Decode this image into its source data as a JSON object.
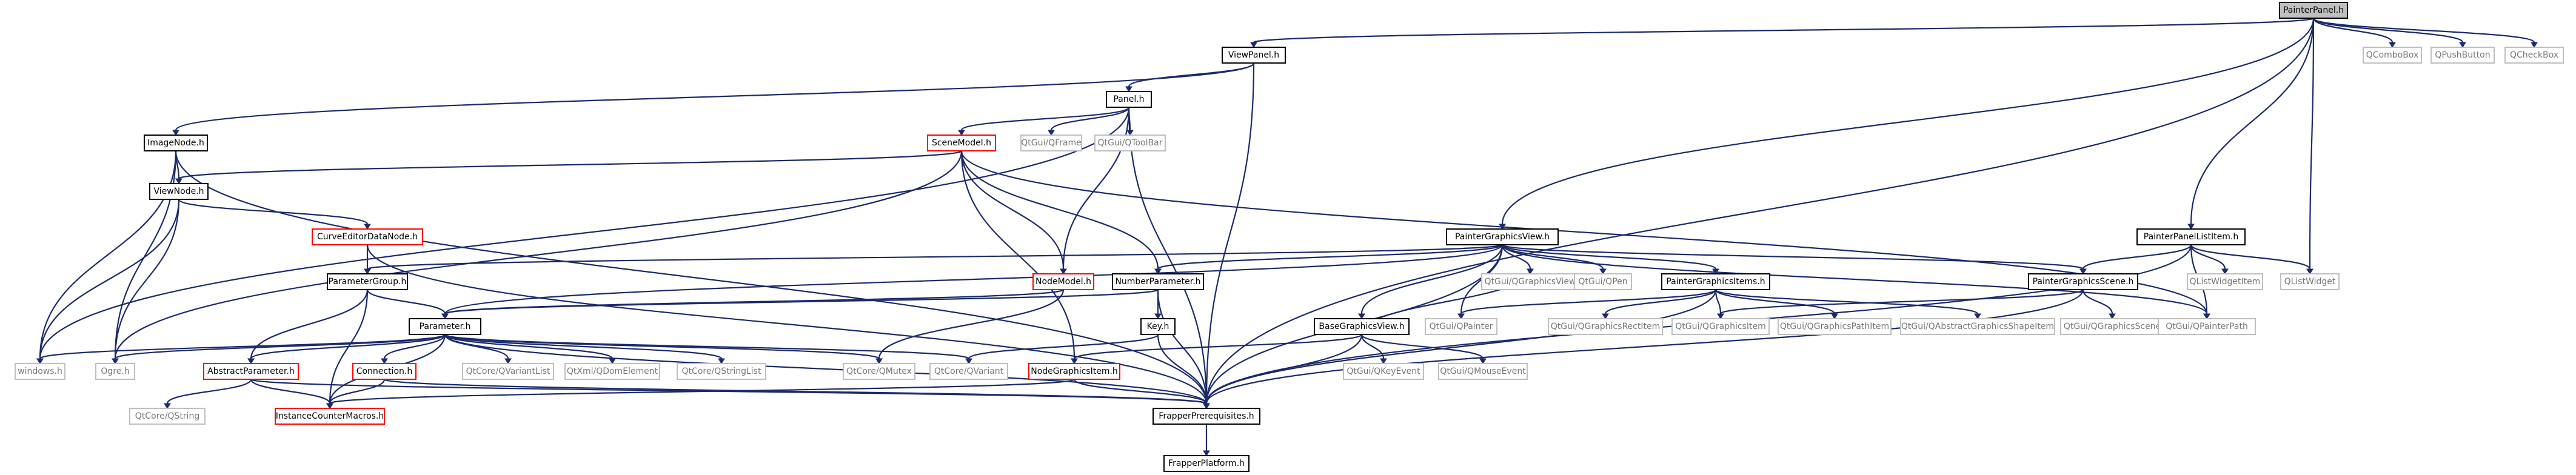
{
  "colors": {
    "edge": "#1b2a6b",
    "root_fill": "#bfbfbf",
    "box_border": "#000000",
    "missing_border": "#bfbfbf",
    "undocumented_border": "#ff0000",
    "missing_text": "#777777"
  },
  "nodes": [
    {
      "id": "painterpanel",
      "label": "PainterPanel.h",
      "kind": "root"
    },
    {
      "id": "viewpanel",
      "label": "ViewPanel.h",
      "kind": "normal"
    },
    {
      "id": "qcombobox",
      "label": "QComboBox",
      "kind": "missing"
    },
    {
      "id": "qpushbutton",
      "label": "QPushButton",
      "kind": "missing"
    },
    {
      "id": "qcheckbox",
      "label": "QCheckBox",
      "kind": "missing"
    },
    {
      "id": "panel",
      "label": "Panel.h",
      "kind": "normal"
    },
    {
      "id": "imagenode",
      "label": "ImageNode.h",
      "kind": "normal"
    },
    {
      "id": "scenemodel",
      "label": "SceneModel.h",
      "kind": "undoc"
    },
    {
      "id": "qtgui_qframe",
      "label": "QtGui/QFrame",
      "kind": "missing"
    },
    {
      "id": "qtgui_qtoolbar",
      "label": "QtGui/QToolBar",
      "kind": "missing"
    },
    {
      "id": "viewnode",
      "label": "ViewNode.h",
      "kind": "normal"
    },
    {
      "id": "curveeditordatanode",
      "label": "CurveEditorDataNode.h",
      "kind": "undoc"
    },
    {
      "id": "paintergraphicsview",
      "label": "PainterGraphicsView.h",
      "kind": "normal"
    },
    {
      "id": "painterpanellistitem",
      "label": "PainterPanelListItem.h",
      "kind": "normal"
    },
    {
      "id": "qlistwidgetitem",
      "label": "QListWidgetItem",
      "kind": "missing"
    },
    {
      "id": "qlistwidget",
      "label": "QListWidget",
      "kind": "missing"
    },
    {
      "id": "parametergroup",
      "label": "ParameterGroup.h",
      "kind": "normal"
    },
    {
      "id": "nodemodel",
      "label": "NodeModel.h",
      "kind": "undoc"
    },
    {
      "id": "numberparameter",
      "label": "NumberParameter.h",
      "kind": "normal"
    },
    {
      "id": "qtgui_qgraphicsview",
      "label": "QtGui/QGraphicsView",
      "kind": "missing"
    },
    {
      "id": "qtgui_qpen",
      "label": "QtGui/QPen",
      "kind": "missing"
    },
    {
      "id": "paintergraphicsitems",
      "label": "PainterGraphicsItems.h",
      "kind": "normal"
    },
    {
      "id": "paintergraphicsscene",
      "label": "PainterGraphicsScene.h",
      "kind": "normal"
    },
    {
      "id": "parameter",
      "label": "Parameter.h",
      "kind": "normal"
    },
    {
      "id": "key",
      "label": "Key.h",
      "kind": "normal"
    },
    {
      "id": "basegraphicsview",
      "label": "BaseGraphicsView.h",
      "kind": "normal"
    },
    {
      "id": "qtgui_qpainter",
      "label": "QtGui/QPainter",
      "kind": "missing"
    },
    {
      "id": "qtgui_qgraphicsrectitem",
      "label": "QtGui/QGraphicsRectItem",
      "kind": "missing"
    },
    {
      "id": "qtgui_qgraphicsitem",
      "label": "QtGui/QGraphicsItem",
      "kind": "missing"
    },
    {
      "id": "qtgui_qgraphicspathitem",
      "label": "QtGui/QGraphicsPathItem",
      "kind": "missing"
    },
    {
      "id": "qtgui_qabstractgraphicsshapeitem",
      "label": "QtGui/QAbstractGraphicsShapeItem",
      "kind": "missing"
    },
    {
      "id": "qtgui_qgraphicsscene",
      "label": "QtGui/QGraphicsScene",
      "kind": "missing"
    },
    {
      "id": "qtgui_qpainterpath",
      "label": "QtGui/QPainterPath",
      "kind": "missing"
    },
    {
      "id": "windows",
      "label": "windows.h",
      "kind": "missing"
    },
    {
      "id": "ogre",
      "label": "Ogre.h",
      "kind": "missing"
    },
    {
      "id": "qtcore_qvariantlist",
      "label": "QtCore/QVariantList",
      "kind": "missing"
    },
    {
      "id": "qtxml_qdomelement",
      "label": "QtXml/QDomElement",
      "kind": "missing"
    },
    {
      "id": "qtcore_qstringlist",
      "label": "QtCore/QStringList",
      "kind": "missing"
    },
    {
      "id": "qtcore_qmutex",
      "label": "QtCore/QMutex",
      "kind": "missing"
    },
    {
      "id": "qtcore_qvariant",
      "label": "QtCore/QVariant",
      "kind": "missing"
    },
    {
      "id": "abstractparameter",
      "label": "AbstractParameter.h",
      "kind": "undoc"
    },
    {
      "id": "connection",
      "label": "Connection.h",
      "kind": "undoc"
    },
    {
      "id": "nodegraphicsitem",
      "label": "NodeGraphicsItem.h",
      "kind": "undoc"
    },
    {
      "id": "qtgui_qkeyevent",
      "label": "QtGui/QKeyEvent",
      "kind": "missing"
    },
    {
      "id": "qtgui_qmouseevent",
      "label": "QtGui/QMouseEvent",
      "kind": "missing"
    },
    {
      "id": "qtcore_qstring",
      "label": "QtCore/QString",
      "kind": "missing"
    },
    {
      "id": "instancecountermacros",
      "label": "InstanceCounterMacros.h",
      "kind": "undoc"
    },
    {
      "id": "frapperprerequisites",
      "label": "FrapperPrerequisites.h",
      "kind": "normal"
    },
    {
      "id": "frapperplatform",
      "label": "FrapperPlatform.h",
      "kind": "normal"
    }
  ],
  "edges": [
    [
      "painterpanel",
      "viewpanel"
    ],
    [
      "painterpanel",
      "qcombobox"
    ],
    [
      "painterpanel",
      "qpushbutton"
    ],
    [
      "painterpanel",
      "qcheckbox"
    ],
    [
      "painterpanel",
      "paintergraphicsview"
    ],
    [
      "painterpanel",
      "painterpanellistitem"
    ],
    [
      "painterpanel",
      "qlistwidget"
    ],
    [
      "painterpanel",
      "frapperprerequisites"
    ],
    [
      "viewpanel",
      "panel"
    ],
    [
      "viewpanel",
      "imagenode"
    ],
    [
      "viewpanel",
      "frapperprerequisites"
    ],
    [
      "panel",
      "scenemodel"
    ],
    [
      "panel",
      "qtgui_qframe"
    ],
    [
      "panel",
      "qtgui_qtoolbar"
    ],
    [
      "panel",
      "nodemodel"
    ],
    [
      "panel",
      "frapperprerequisites"
    ],
    [
      "panel",
      "windows"
    ],
    [
      "imagenode",
      "viewnode"
    ],
    [
      "imagenode",
      "windows"
    ],
    [
      "imagenode",
      "ogre"
    ],
    [
      "imagenode",
      "frapperprerequisites"
    ],
    [
      "scenemodel",
      "viewnode"
    ],
    [
      "scenemodel",
      "nodemodel"
    ],
    [
      "scenemodel",
      "numberparameter"
    ],
    [
      "scenemodel",
      "ogre"
    ],
    [
      "scenemodel",
      "nodegraphicsitem"
    ],
    [
      "scenemodel",
      "qtgui_qpainterpath"
    ],
    [
      "viewnode",
      "curveeditordatanode"
    ],
    [
      "viewnode",
      "windows"
    ],
    [
      "viewnode",
      "ogre"
    ],
    [
      "curveeditordatanode",
      "parametergroup"
    ],
    [
      "curveeditordatanode",
      "frapperprerequisites"
    ],
    [
      "paintergraphicsview",
      "parametergroup"
    ],
    [
      "paintergraphicsview",
      "numberparameter"
    ],
    [
      "paintergraphicsview",
      "qtgui_qgraphicsview"
    ],
    [
      "paintergraphicsview",
      "qtgui_qpen"
    ],
    [
      "paintergraphicsview",
      "paintergraphicsitems"
    ],
    [
      "paintergraphicsview",
      "paintergraphicsscene"
    ],
    [
      "paintergraphicsview",
      "basegraphicsview"
    ],
    [
      "paintergraphicsview",
      "qtgui_qpainter"
    ],
    [
      "paintergraphicsview",
      "parameter"
    ],
    [
      "paintergraphicsview",
      "frapperprerequisites"
    ],
    [
      "paintergraphicsview",
      "qtgui_qpainterpath"
    ],
    [
      "painterpanellistitem",
      "qlistwidgetitem"
    ],
    [
      "painterpanellistitem",
      "qlistwidget"
    ],
    [
      "painterpanellistitem",
      "paintergraphicsscene"
    ],
    [
      "painterpanellistitem",
      "qtgui_qpainterpath"
    ],
    [
      "painterpanellistitem",
      "frapperprerequisites"
    ],
    [
      "parametergroup",
      "parameter"
    ],
    [
      "parametergroup",
      "abstractparameter"
    ],
    [
      "parametergroup",
      "instancecountermacros"
    ],
    [
      "nodemodel",
      "parameter"
    ],
    [
      "nodemodel",
      "qtcore_qmutex"
    ],
    [
      "numberparameter",
      "key"
    ],
    [
      "numberparameter",
      "parameter"
    ],
    [
      "numberparameter",
      "frapperprerequisites"
    ],
    [
      "paintergraphicsitems",
      "qtgui_qgraphicsrectitem"
    ],
    [
      "paintergraphicsitems",
      "qtgui_qgraphicsitem"
    ],
    [
      "paintergraphicsitems",
      "qtgui_qgraphicspathitem"
    ],
    [
      "paintergraphicsitems",
      "qtgui_qabstractgraphicsshapeitem"
    ],
    [
      "paintergraphicsitems",
      "qtgui_qpainter"
    ],
    [
      "paintergraphicsitems",
      "frapperprerequisites"
    ],
    [
      "paintergraphicsscene",
      "qtgui_qgraphicsitem"
    ],
    [
      "paintergraphicsscene",
      "qtgui_qgraphicsscene"
    ],
    [
      "paintergraphicsscene",
      "frapperprerequisites"
    ],
    [
      "parameter",
      "windows"
    ],
    [
      "parameter",
      "ogre"
    ],
    [
      "parameter",
      "qtcore_qvariantlist"
    ],
    [
      "parameter",
      "qtxml_qdomelement"
    ],
    [
      "parameter",
      "qtcore_qstringlist"
    ],
    [
      "parameter",
      "qtcore_qmutex"
    ],
    [
      "parameter",
      "qtcore_qvariant"
    ],
    [
      "parameter",
      "abstractparameter"
    ],
    [
      "parameter",
      "connection"
    ],
    [
      "parameter",
      "instancecountermacros"
    ],
    [
      "parameter",
      "frapperprerequisites"
    ],
    [
      "key",
      "qtcore_qvariant"
    ],
    [
      "key",
      "frapperprerequisites"
    ],
    [
      "basegraphicsview",
      "qtgui_qkeyevent"
    ],
    [
      "basegraphicsview",
      "qtgui_qmouseevent"
    ],
    [
      "basegraphicsview",
      "qtgui_qgraphicsview"
    ],
    [
      "basegraphicsview",
      "nodegraphicsitem"
    ],
    [
      "basegraphicsview",
      "frapperprerequisites"
    ],
    [
      "abstractparameter",
      "qtcore_qstring"
    ],
    [
      "abstractparameter",
      "instancecountermacros"
    ],
    [
      "abstractparameter",
      "frapperprerequisites"
    ],
    [
      "connection",
      "instancecountermacros"
    ],
    [
      "connection",
      "frapperprerequisites"
    ],
    [
      "nodegraphicsitem",
      "instancecountermacros"
    ],
    [
      "nodegraphicsitem",
      "frapperprerequisites"
    ],
    [
      "frapperprerequisites",
      "frapperplatform"
    ]
  ]
}
